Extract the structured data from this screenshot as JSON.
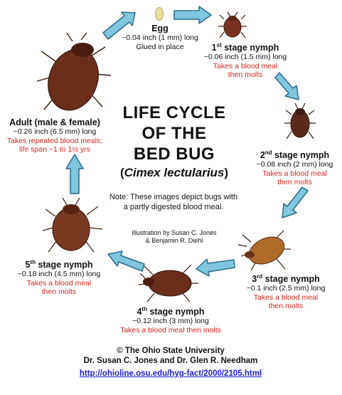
{
  "colors": {
    "arrow_fill": "#7fc6de",
    "arrow_stroke": "#2a6c8a",
    "red_text": "#d8241c",
    "link": "#1b1bd0",
    "bug_body": "#6b2e1a"
  },
  "title": {
    "line1": "LIFE CYCLE",
    "line2": "OF THE",
    "line3": "BED BUG",
    "sci_open": "(",
    "sci_name": "Cimex lectularius",
    "sci_close": ")"
  },
  "note": {
    "line1": "Note: These images depict bugs with",
    "line2": "a partly digested blood meal."
  },
  "illustration": {
    "line1": "Illustration by Susan C. Jones",
    "line2": "& Benjamin R. Diehl"
  },
  "stages": {
    "egg": {
      "title": "Egg",
      "size": "~0.04 inch (1 mm) long",
      "note": "Glued in place"
    },
    "nymph1": {
      "num": "1",
      "sup": "st",
      "rest": " stage nymph",
      "size": "~0.06 inch (1.5 mm) long",
      "red1": "Takes a blood meal",
      "red2": "then molts"
    },
    "nymph2": {
      "num": "2",
      "sup": "nd",
      "rest": " stage nymph",
      "size": "~0.08 inch (2 mm) long",
      "red1": "Takes a blood meal",
      "red2": "then molts"
    },
    "nymph3": {
      "num": "3",
      "sup": "rd",
      "rest": " stage nymph",
      "size": "~0.1 inch (2.5 mm) long",
      "red1": "Takes a blood meal",
      "red2": "then molts"
    },
    "nymph4": {
      "num": "4",
      "sup": "th",
      "rest": " stage nymph",
      "size": "~0.12 inch (3 mm) long",
      "red1": "Takes a blood meal then molts"
    },
    "nymph5": {
      "num": "5",
      "sup": "th",
      "rest": " stage nymph",
      "size": "~0.18 inch (4.5 mm) long",
      "red1": "Takes a blood meal",
      "red2": "then molts"
    },
    "adult": {
      "title": "Adult (male & female)",
      "size": "~0.26 inch (6.5 mm) long",
      "red1": "Takes repeated blood meals;",
      "red2": "life span ~1 to 1½ yrs"
    }
  },
  "footer": {
    "line1": "© The Ohio State University",
    "line2": "Dr. Susan C. Jones and Dr. Glen R. Needham",
    "link": "http://ohioline.osu.edu/hyg-fact/2000/2105.html"
  }
}
